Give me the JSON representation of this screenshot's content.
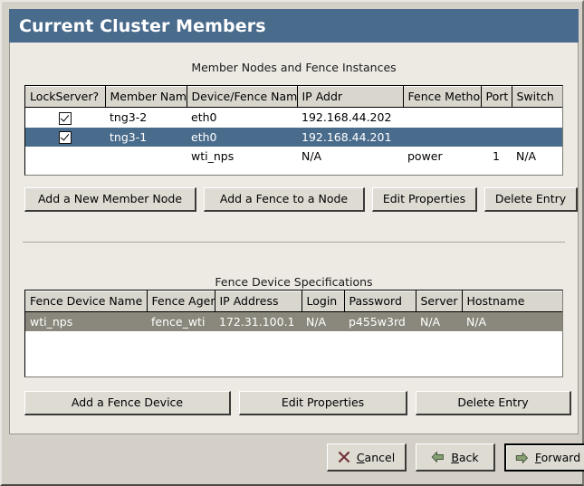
{
  "window": {
    "title": "Current Cluster Members"
  },
  "member_section": {
    "caption": "Member Nodes and Fence Instances",
    "columns": [
      "LockServer?",
      "Member Name",
      "Device/Fence Name",
      "IP Addr",
      "Fence Method",
      "Port",
      "Switch"
    ],
    "rows": [
      {
        "selected": false,
        "checked": true,
        "member_name": "tng3-2",
        "device": "eth0",
        "ip": "192.168.44.202",
        "fence_method": "",
        "port": "",
        "switch": ""
      },
      {
        "selected": true,
        "checked": true,
        "member_name": "tng3-1",
        "device": "eth0",
        "ip": "192.168.44.201",
        "fence_method": "",
        "port": "",
        "switch": ""
      },
      {
        "selected": false,
        "checked": false,
        "member_name": "",
        "device": "wti_nps",
        "ip": "N/A",
        "fence_method": "power",
        "port": "1",
        "switch": "N/A"
      }
    ],
    "buttons": [
      {
        "label": "Add a New Member Node"
      },
      {
        "label": "Add a Fence to a Node"
      },
      {
        "label": "Edit Properties"
      },
      {
        "label": "Delete Entry"
      }
    ]
  },
  "fence_section": {
    "caption": "Fence Device Specifications",
    "columns": [
      "Fence Device Name",
      "Fence Agent",
      "IP Address",
      "Login",
      "Password",
      "Server",
      "Hostname"
    ],
    "rows": [
      {
        "selected": true,
        "name": "wti_nps",
        "agent": "fence_wti",
        "ip": "172.31.100.1",
        "login": "N/A",
        "password": "p455w3rd",
        "server": "N/A",
        "hostname": "N/A"
      }
    ],
    "buttons": [
      {
        "label": "Add a Fence Device"
      },
      {
        "label": "Edit Properties"
      },
      {
        "label": "Delete Entry"
      }
    ]
  },
  "navigation": {
    "cancel": {
      "prefix": "",
      "accel": "C",
      "suffix": "ancel",
      "icon": "cancel-x-icon"
    },
    "back": {
      "prefix": "",
      "accel": "B",
      "suffix": "ack",
      "icon": "arrow-left-icon"
    },
    "forward": {
      "prefix": "",
      "accel": "F",
      "suffix": "orward",
      "icon": "arrow-right-icon",
      "focused": true
    }
  },
  "colors": {
    "titlebar": "#4a6c8c",
    "selection_blue": "#4a6c8c",
    "selection_taupe": "#8a887c",
    "panel_bg": "#edeae4",
    "window_bg": "#d4d0c8",
    "cancel_icon": "#a03a4a",
    "arrow_icon": "#7e9b6e"
  }
}
